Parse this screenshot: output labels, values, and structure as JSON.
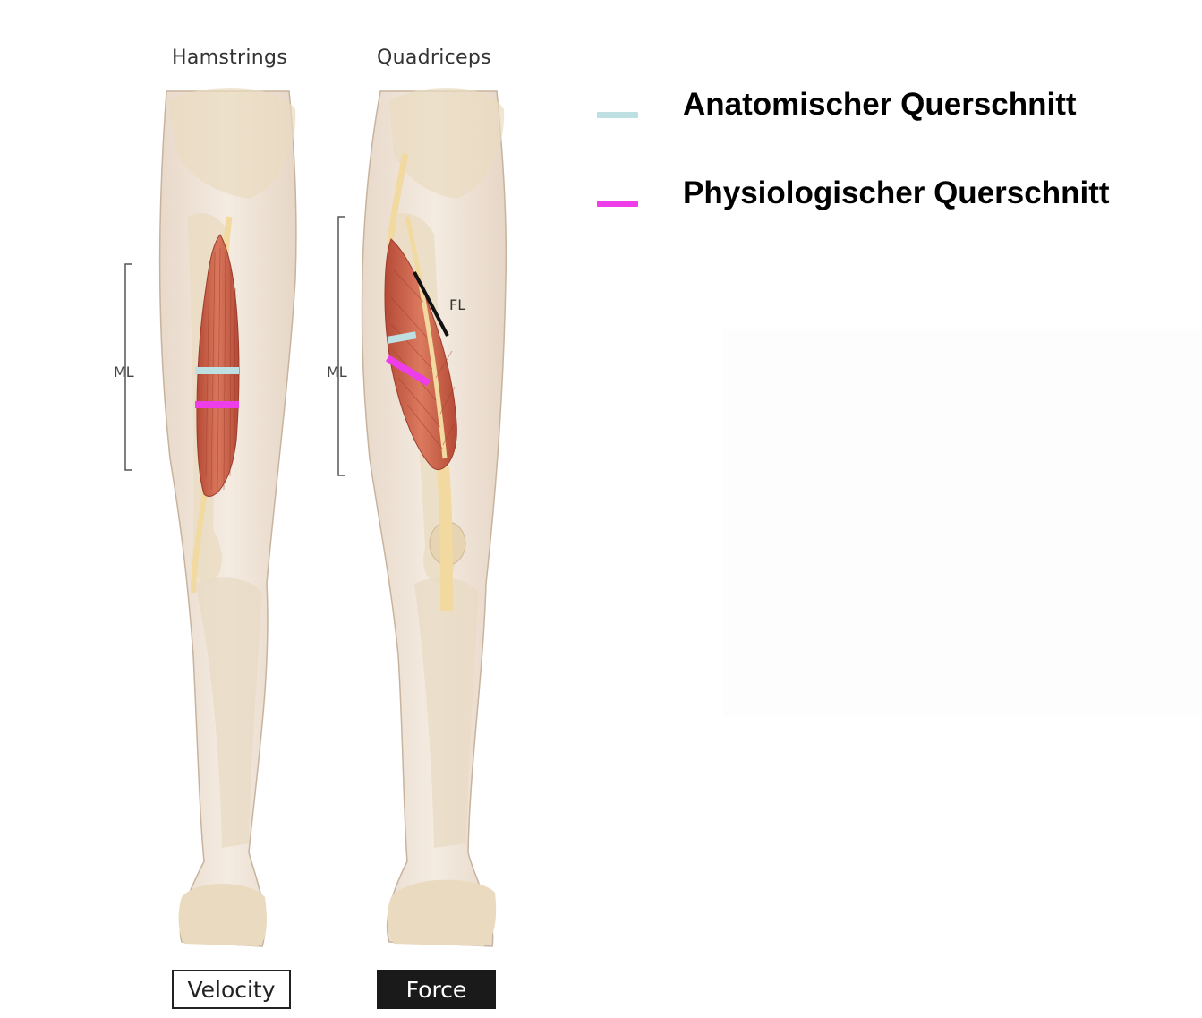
{
  "headings": {
    "hamstrings": "Hamstrings",
    "quadriceps": "Quadriceps"
  },
  "labels": {
    "ml_left": "ML",
    "ml_right": "ML",
    "fl": "FL"
  },
  "tags": {
    "velocity": "Velocity",
    "force": "Force"
  },
  "legend": [
    {
      "label": "Anatomischer Querschnitt",
      "color": "#bfe0e2"
    },
    {
      "label": "Physiologischer Querschnitt",
      "color": "#ee3ee9"
    }
  ],
  "colors": {
    "muscle": "#c8604a",
    "bone": "#eadbc0",
    "skin": "#efe3d6",
    "tendon": "#f1d9a0",
    "fiber_length_line": "#111111"
  }
}
